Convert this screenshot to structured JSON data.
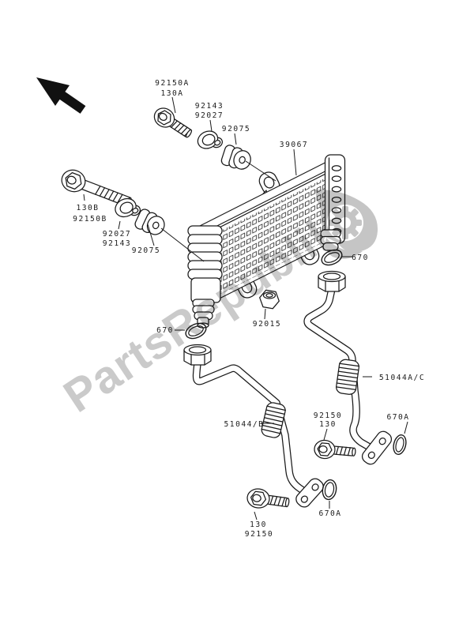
{
  "page": {
    "background": "#ffffff"
  },
  "watermark": {
    "text": "PartsRepublik",
    "text_color": "#cacaca",
    "logo": "gear-droplet-logo",
    "logo_color": "#c5c5c5"
  },
  "diagram": {
    "description": "Oil cooler exploded parts diagram",
    "orientation_arrow": "up-left",
    "line_color": "#1a1a1a"
  },
  "labels": [
    {
      "id": "bolt-top-line1",
      "text": "92150A"
    },
    {
      "id": "bolt-top-line2",
      "text": "130A"
    },
    {
      "id": "collar-top-line1",
      "text": "92143"
    },
    {
      "id": "collar-top-line2",
      "text": "92027"
    },
    {
      "id": "damper-top",
      "text": "92075"
    },
    {
      "id": "oil-cooler",
      "text": "39067"
    },
    {
      "id": "bolt-left-line1",
      "text": "130B"
    },
    {
      "id": "bolt-left-line2",
      "text": "92150B"
    },
    {
      "id": "collar-left-line1",
      "text": "92027"
    },
    {
      "id": "collar-left-line2",
      "text": "92143"
    },
    {
      "id": "damper-left",
      "text": "92075"
    },
    {
      "id": "oring-left",
      "text": "670"
    },
    {
      "id": "nut",
      "text": "92015"
    },
    {
      "id": "oring-right",
      "text": "670"
    },
    {
      "id": "pipe-right",
      "text": "51044A/C"
    },
    {
      "id": "pipe-left",
      "text": "51044/B"
    },
    {
      "id": "bolt-mid-line1",
      "text": "92150"
    },
    {
      "id": "bolt-mid-line2",
      "text": "130"
    },
    {
      "id": "oring-right-lower",
      "text": "670A"
    },
    {
      "id": "bolt-bottom-line1",
      "text": "130"
    },
    {
      "id": "bolt-bottom-line2",
      "text": "92150"
    },
    {
      "id": "oring-bottom",
      "text": "670A"
    }
  ]
}
